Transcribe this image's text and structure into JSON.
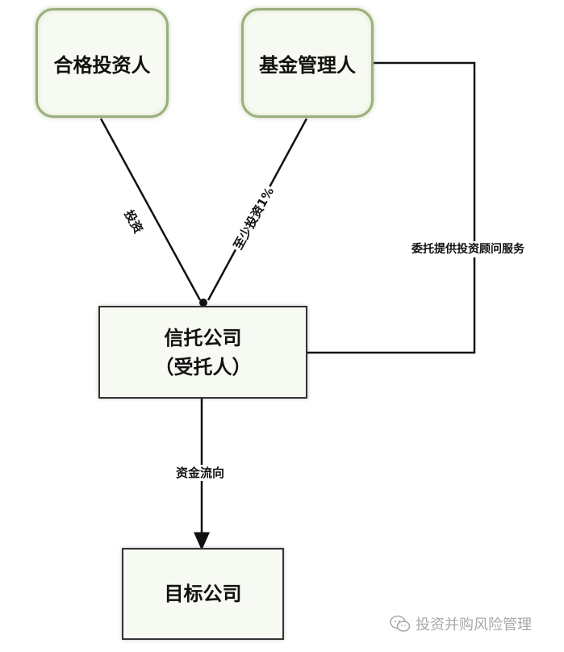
{
  "nodes": {
    "qualified_investor": "合格投资人",
    "fund_manager": "基金管理人",
    "trust_company_line1": "信托公司",
    "trust_company_line2": "（受托人）",
    "target_company": "目标公司"
  },
  "edges": {
    "invest": "投资",
    "min_invest": "至少投资1%",
    "entrust_service": "委托提供投资顾问服务",
    "fund_flow": "资金流向"
  },
  "watermark": {
    "text": "投资并购风险管理",
    "icon": "wechat-icon"
  },
  "colors": {
    "round_border": "#9aae7a",
    "line": "#111111",
    "watermark": "#9a9a9a"
  }
}
